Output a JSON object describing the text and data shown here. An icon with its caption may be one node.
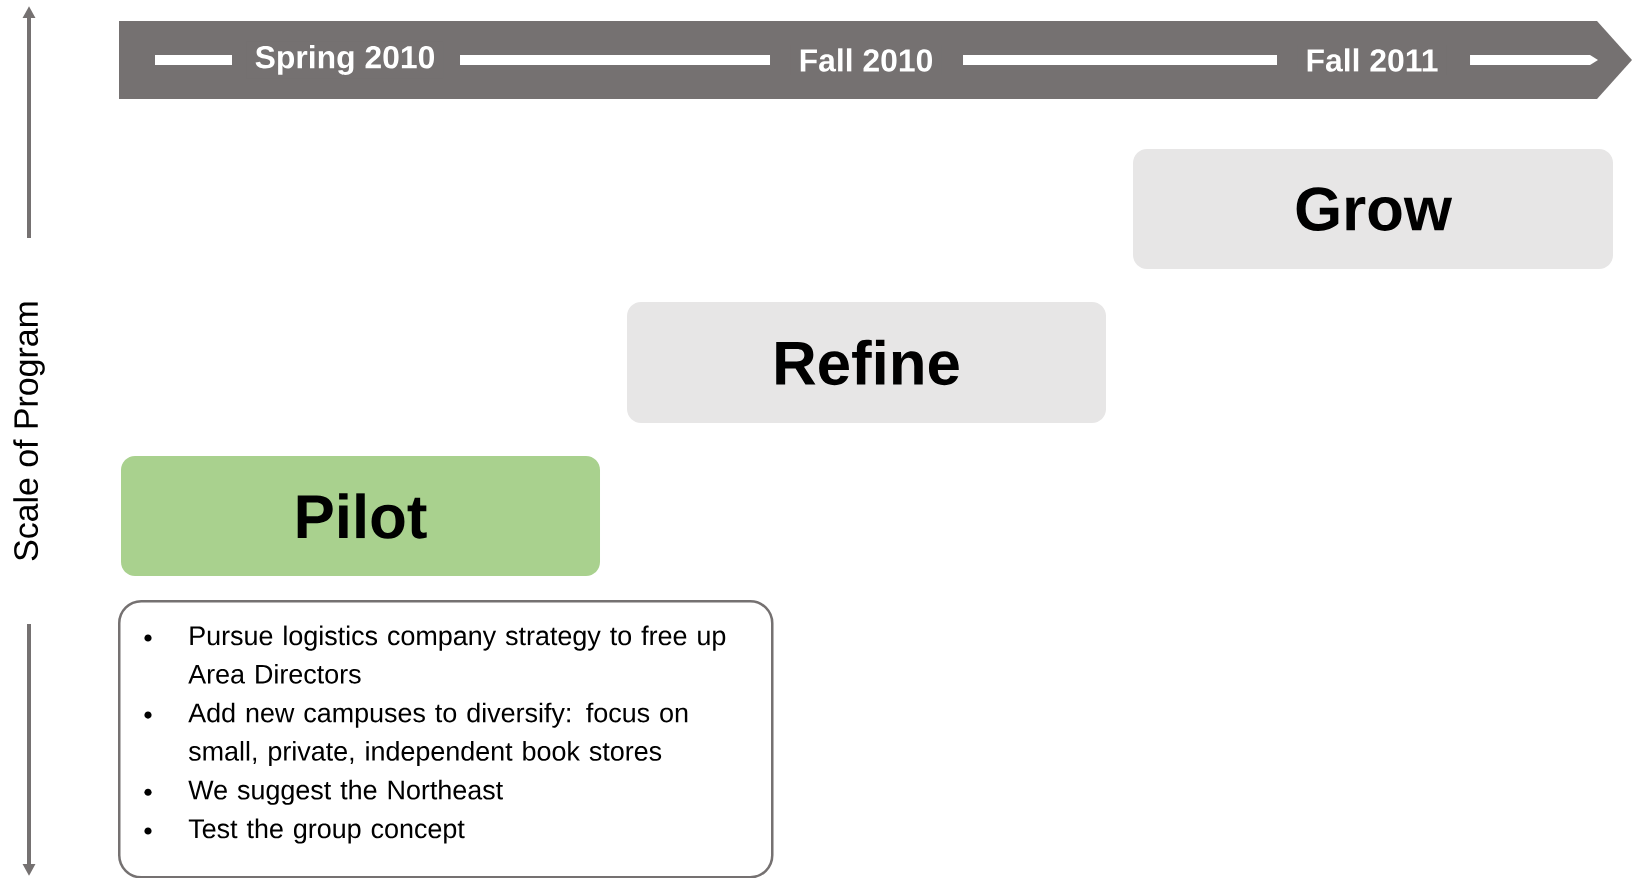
{
  "diagram": {
    "nodes": [
      {
        "text": [
          "Spring 2010",
          "Fall 2010",
          "Fall 2011"
        ]
      },
      {
        "text": [
          "Grow"
        ]
      },
      {
        "text": [
          "Refine"
        ]
      },
      {
        "text": [
          "Pilot"
        ]
      },
      {
        "text": [
          "Pursue logistics company strategy to free up Area Directors",
          "Add new campuses to diversify:  focus on small, private, independent book stores",
          "We suggest the Northeast",
          "Test the group concept"
        ]
      }
    ],
    "labels": [
      "Scale of Program"
    ]
  }
}
